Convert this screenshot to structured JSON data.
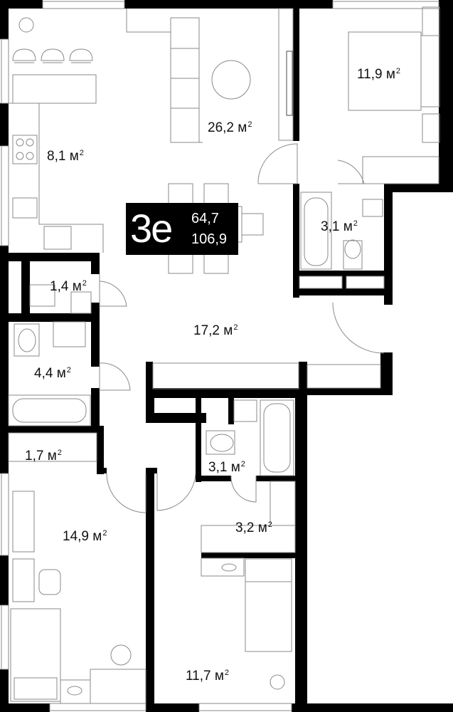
{
  "badge": {
    "type": "3е",
    "living_area": "64,7",
    "total_area": "106,9"
  },
  "unit": "м",
  "unit_power": "2",
  "rooms": [
    {
      "key": "living_room",
      "value": "26,2"
    },
    {
      "key": "kitchen",
      "value": "8,1"
    },
    {
      "key": "bedroom_top_right",
      "value": "11,9"
    },
    {
      "key": "bathroom_top_right",
      "value": "3,1"
    },
    {
      "key": "wc_small",
      "value": "1,4"
    },
    {
      "key": "hall",
      "value": "17,2"
    },
    {
      "key": "bathroom_left",
      "value": "4,4"
    },
    {
      "key": "wardrobe_left",
      "value": "1,7"
    },
    {
      "key": "bathroom_center",
      "value": "3,1"
    },
    {
      "key": "wardrobe_center",
      "value": "3,2"
    },
    {
      "key": "bedroom_left",
      "value": "14,9"
    },
    {
      "key": "bedroom_bottom",
      "value": "11,7"
    }
  ]
}
